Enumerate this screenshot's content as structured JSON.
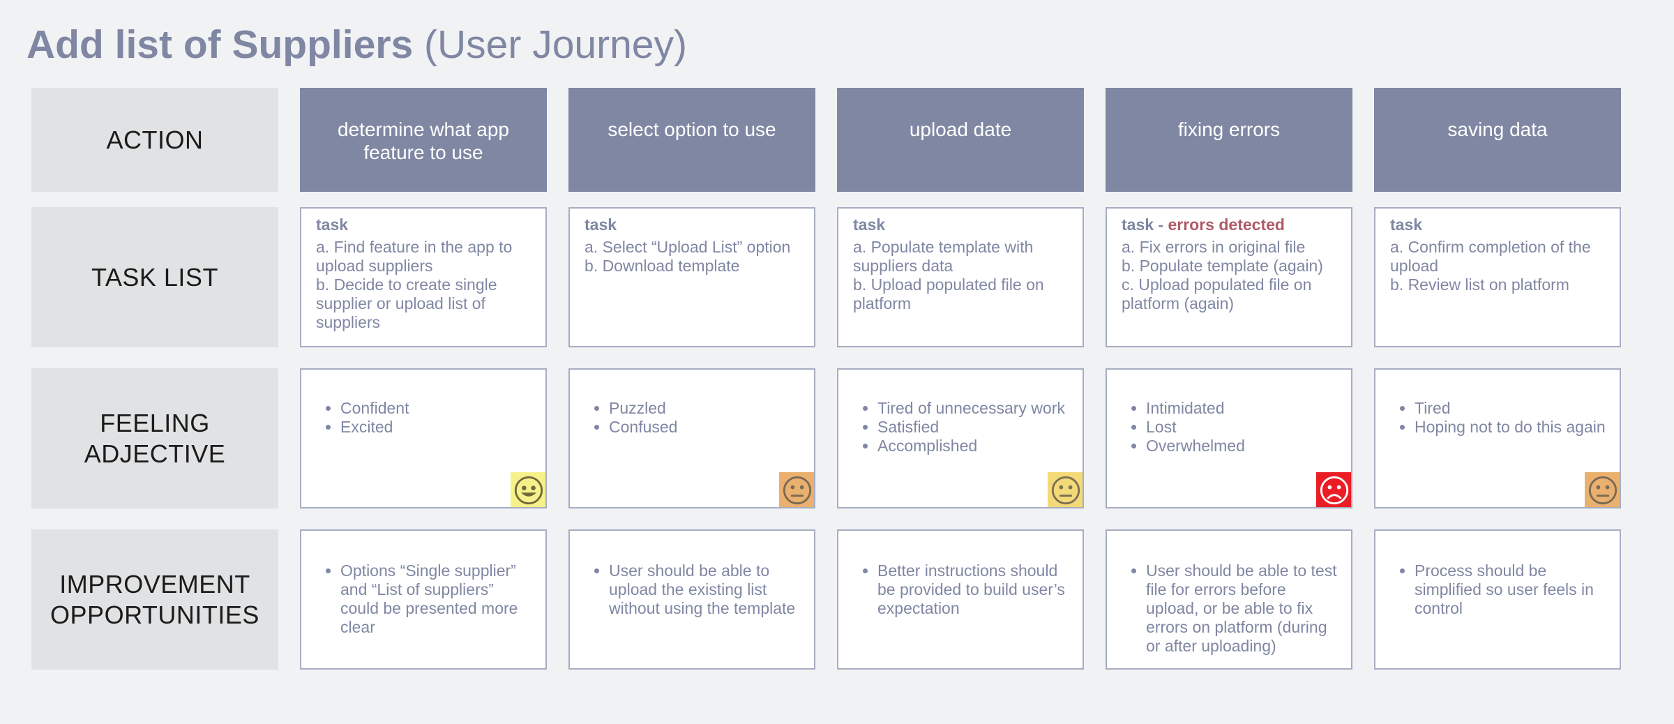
{
  "title": {
    "bold": "Add list of Suppliers",
    "normal": " (User Journey)"
  },
  "row_labels": {
    "action": "ACTION",
    "task_list": "TASK LIST",
    "feeling": "FEELING\nADJECTIVE",
    "improvement": "IMPROVEMENT\nOPPORTUNITIES"
  },
  "stages": [
    {
      "action": "determine what app feature to use",
      "task": {
        "heading": "task",
        "heading_extra": "",
        "items": [
          "a. Find feature in the app to upload suppliers",
          "b. Decide to create single supplier or upload list of suppliers"
        ]
      },
      "feelings": [
        "Confident",
        "Excited"
      ],
      "face": {
        "name": "happy-face-icon",
        "bg": "#f6f18b",
        "color": "#6f6a3a",
        "mood": "happy"
      },
      "improvements": [
        "Options “Single supplier” and “List of suppliers” could be presented more clear"
      ]
    },
    {
      "action": "select option to use",
      "task": {
        "heading": "task",
        "heading_extra": "",
        "items": [
          "a. Select “Upload List” option",
          "b. Download template"
        ]
      },
      "feelings": [
        "Puzzled",
        "Confused"
      ],
      "face": {
        "name": "neutral-face-icon",
        "bg": "#eab06e",
        "color": "#7a6a55",
        "mood": "neutral"
      },
      "improvements": [
        "User should be able to upload the existing list without using the template"
      ]
    },
    {
      "action": "upload date",
      "task": {
        "heading": "task",
        "heading_extra": "",
        "items": [
          "a. Populate template with suppliers data",
          "b. Upload populated file on platform"
        ]
      },
      "feelings": [
        "Tired of unnecessary work",
        "Satisfied",
        "Accomplished"
      ],
      "face": {
        "name": "neutral-face-icon",
        "bg": "#f3d978",
        "color": "#7a7055",
        "mood": "neutral"
      },
      "improvements": [
        "Better instructions should be provided to build user’s expectation"
      ]
    },
    {
      "action": "fixing errors",
      "task": {
        "heading": "task - ",
        "heading_extra": "errors detected",
        "items": [
          "a. Fix errors in original file",
          "b. Populate template (again)",
          "c. Upload populated file on platform (again)"
        ]
      },
      "feelings": [
        "Intimidated",
        "Lost",
        "Overwhelmed"
      ],
      "face": {
        "name": "sad-face-icon",
        "bg": "#ea1d25",
        "color": "#ffffff",
        "mood": "sad"
      },
      "improvements": [
        "User should be able to test file for errors before upload, or be able to fix errors on platform (during or after uploading)"
      ]
    },
    {
      "action": "saving data",
      "task": {
        "heading": "task",
        "heading_extra": "",
        "items": [
          "a. Confirm completion of the upload",
          "b. Review list on platform"
        ]
      },
      "feelings": [
        "Tired",
        "Hoping not to do this again"
      ],
      "face": {
        "name": "neutral-face-icon",
        "bg": "#eab06e",
        "color": "#7a6a55",
        "mood": "neutral"
      },
      "improvements": [
        "Process should be simplified so user feels in control"
      ]
    }
  ]
}
